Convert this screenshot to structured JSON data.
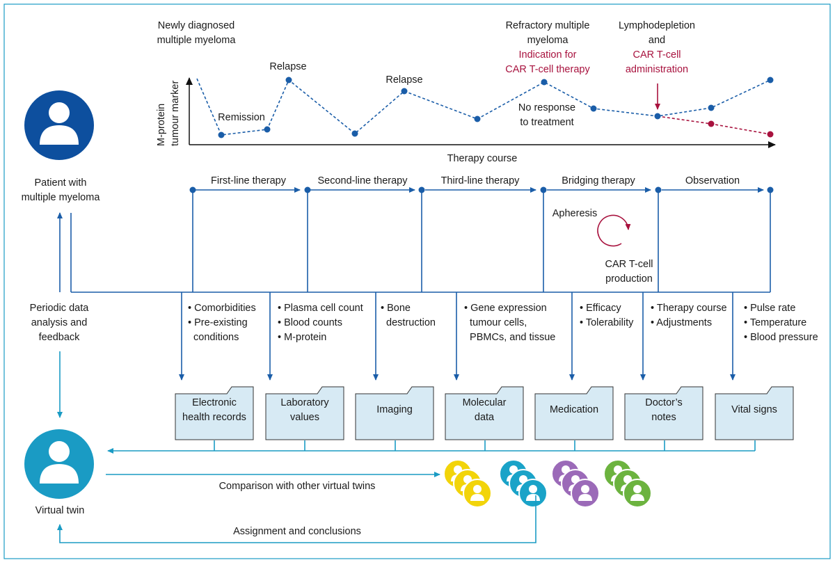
{
  "chart": {
    "ylabel_1": "M-protein",
    "ylabel_2": "tumour marker",
    "xlabel": "Therapy course",
    "top_labels": {
      "newly_1": "Newly diagnosed",
      "newly_2": "multiple myeloma",
      "relapse_a": "Relapse",
      "remission": "Remission",
      "relapse_b": "Relapse",
      "refractory_1": "Refractory multiple",
      "refractory_2": "myeloma",
      "indication_1": "Indication for",
      "indication_2": "CAR T-cell therapy",
      "no_response_1": "No response",
      "no_response_2": "to treatment",
      "lympho_1": "Lymphodepletion",
      "lympho_2": "and",
      "car_admin_1": "CAR T-cell",
      "car_admin_2": "administration"
    }
  },
  "patient": {
    "label_1": "Patient with",
    "label_2": "multiple myeloma"
  },
  "therapies": {
    "first": "First-line therapy",
    "second": "Second-line therapy",
    "third": "Third-line therapy",
    "bridging": "Bridging therapy",
    "observation": "Observation"
  },
  "apheresis": "Apheresis",
  "car_production_1": "CAR T-cell",
  "car_production_2": "production",
  "feedback": {
    "l1": "Periodic data",
    "l2": "analysis and",
    "l3": "feedback"
  },
  "bullets": {
    "ehr": [
      "• Comorbidities",
      "• Pre-existing",
      "  conditions"
    ],
    "lab": [
      "• Plasma cell count",
      "• Blood counts",
      "• M-protein"
    ],
    "imaging": [
      "• Bone",
      "  destruction"
    ],
    "molecular": [
      "• Gene expression",
      "  tumour cells,",
      "  PBMCs, and tissue"
    ],
    "medication": [
      "• Efficacy",
      "• Tolerability"
    ],
    "notes": [
      "• Therapy course",
      "• Adjustments"
    ],
    "vitals": [
      "• Pulse rate",
      "• Temperature",
      "• Blood pressure"
    ]
  },
  "folders": {
    "ehr": [
      "Electronic",
      "health records"
    ],
    "lab": [
      "Laboratory",
      "values"
    ],
    "imaging": [
      "Imaging"
    ],
    "molecular": [
      "Molecular",
      "data"
    ],
    "medication": [
      "Medication"
    ],
    "notes": [
      "Doctor’s",
      "notes"
    ],
    "vitals": [
      "Vital signs"
    ]
  },
  "virtual_twin": "Virtual twin",
  "comparison": "Comparison with other virtual twins",
  "assignment": "Assignment and conclusions",
  "colors": {
    "navy": "#0d4f9e",
    "teal": "#1a9bc4",
    "line_blue": "#1a5da8",
    "red": "#a8123e",
    "yellow": "#f2d40a",
    "cyan": "#1aa3c8",
    "purple": "#9b6ab8",
    "green": "#6cb33f",
    "folder_fill": "#d7eaf4"
  }
}
